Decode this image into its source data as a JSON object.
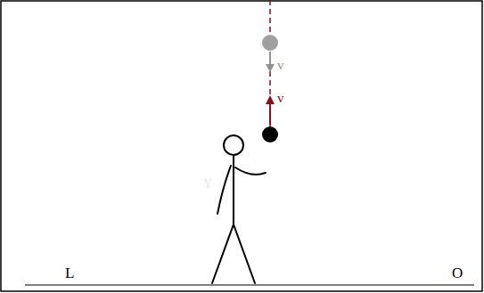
{
  "diagram": {
    "labels": [
      "v",
      "v",
      "Y",
      "L",
      "O"
    ]
  }
}
